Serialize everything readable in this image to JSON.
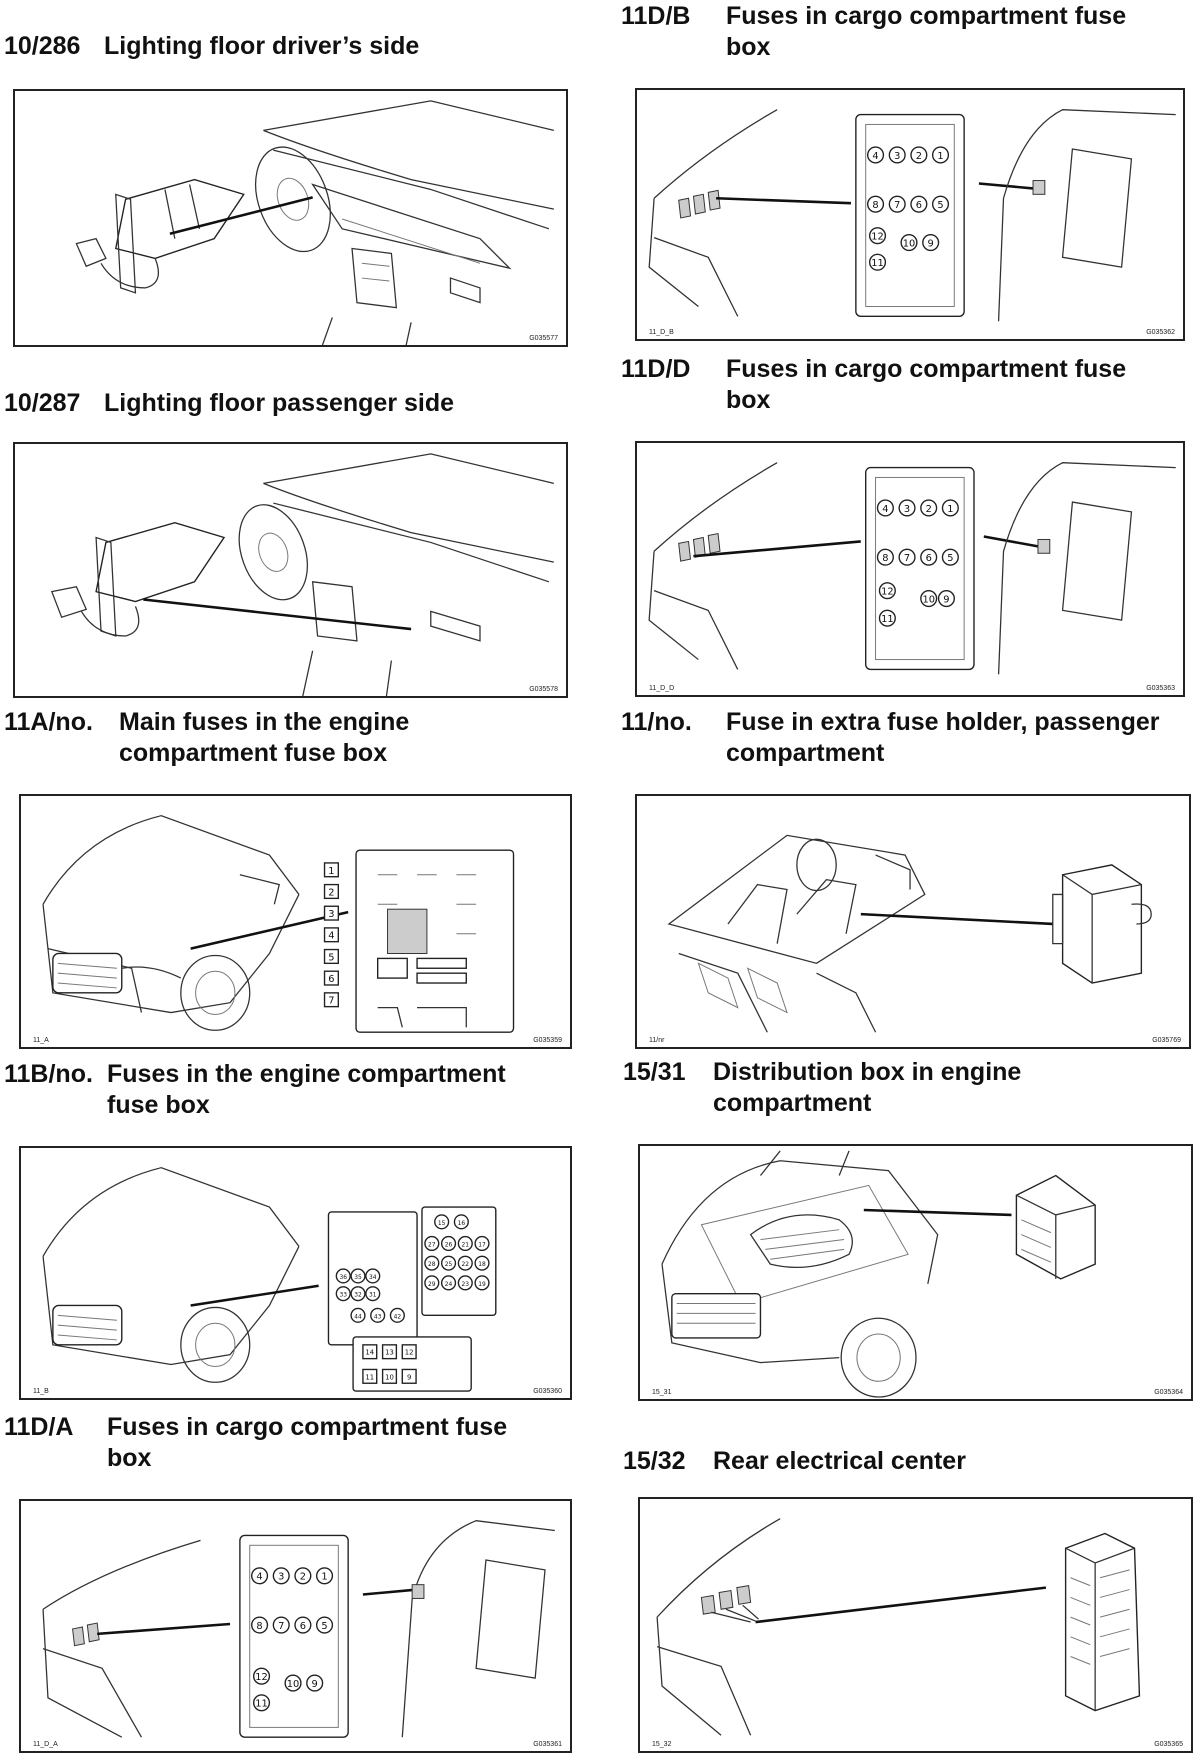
{
  "entries": [
    {
      "code": "10/286",
      "title": [
        "Lighting floor driver’s side"
      ],
      "figure_label": "",
      "figure_id": "G035577"
    },
    {
      "code": "11D/B",
      "title": [
        "Fuses in cargo compartment fuse",
        "box"
      ],
      "figure_label": "11_D_B",
      "figure_id": "G035362"
    },
    {
      "code": "10/287",
      "title": [
        "Lighting floor passenger side"
      ],
      "figure_label": "",
      "figure_id": "G035578"
    },
    {
      "code": "11D/D",
      "title": [
        "Fuses in cargo compartment fuse",
        "box"
      ],
      "figure_label": "11_D_D",
      "figure_id": "G035363"
    },
    {
      "code": "11A/no.",
      "title": [
        "Main fuses in the engine",
        "compartment fuse box"
      ],
      "figure_label": "11_A",
      "figure_id": "G035359"
    },
    {
      "code": "11/no.",
      "title": [
        "Fuse in extra fuse holder, passenger",
        "compartment"
      ],
      "figure_label": "11/nr",
      "figure_id": "G035769"
    },
    {
      "code": "11B/no.",
      "title": [
        "Fuses in the engine compartment",
        "fuse box"
      ],
      "figure_label": "11_B",
      "figure_id": "G035360"
    },
    {
      "code": "15/31",
      "title": [
        "Distribution box in engine",
        "compartment"
      ],
      "figure_label": "15_31",
      "figure_id": "G035364"
    },
    {
      "code": "11D/A",
      "title": [
        "Fuses in cargo compartment fuse",
        "box"
      ],
      "figure_label": "11_D_A",
      "figure_id": "G035361"
    },
    {
      "code": "15/32",
      "title": [
        "Rear electrical center"
      ],
      "figure_label": "15_32",
      "figure_id": "G035365"
    }
  ],
  "fuse_numbers": {
    "cargo_row1": [
      "4",
      "3",
      "2",
      "1"
    ],
    "cargo_row2": [
      "8",
      "7",
      "6",
      "5"
    ],
    "cargo_row3": [
      "12",
      "10",
      "9",
      "11"
    ],
    "engine_main": [
      "1",
      "2",
      "3",
      "4",
      "5",
      "6",
      "7"
    ],
    "engine_b_left": [
      "36",
      "35",
      "34",
      "33",
      "32",
      "31",
      "44",
      "43",
      "42"
    ],
    "engine_b_right": [
      "15",
      "16",
      "27",
      "26",
      "21",
      "17",
      "28",
      "25",
      "22",
      "18",
      "29",
      "24",
      "23",
      "19"
    ],
    "engine_b_bottom": [
      "14",
      "13",
      "12",
      "11",
      "10",
      "9"
    ]
  }
}
